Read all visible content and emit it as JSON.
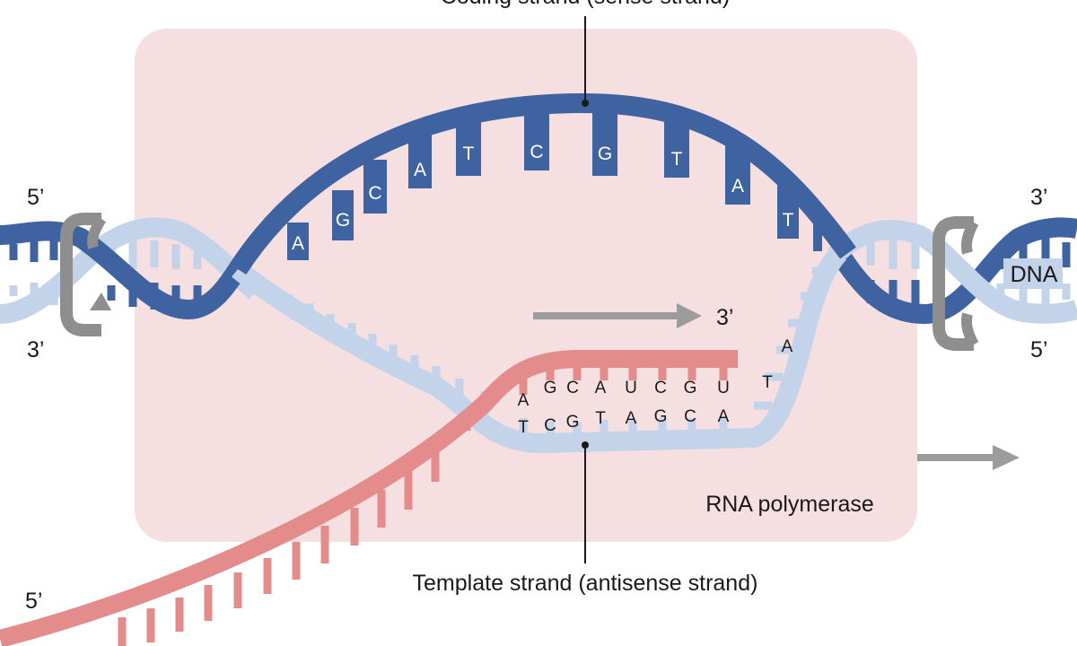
{
  "labels": {
    "coding_strand": "Coding strand (sense strand)",
    "template_strand": "Template strand (antisense strand)",
    "rna_polymerase": "RNA polymerase",
    "dna": "DNA",
    "left_top_end": "5’",
    "left_bottom_end": "3’",
    "right_top_end": "3’",
    "right_bottom_end": "5’",
    "rna_growing_end": "3’",
    "rna_start_end": "5’"
  },
  "coding_bases": [
    "A",
    "G",
    "C",
    "A",
    "T",
    "C",
    "G",
    "T",
    "A",
    "T"
  ],
  "template_bases": [
    "T",
    "C",
    "G",
    "T",
    "A",
    "G",
    "C",
    "A"
  ],
  "rna_bases": [
    "A",
    "G",
    "C",
    "A",
    "U",
    "C",
    "G",
    "U"
  ],
  "unpaired_template_bases": [
    "T",
    "A"
  ],
  "colors": {
    "polymerase": "#f6dfe0",
    "coding": "#3f62a0",
    "template": "#c3d3e9",
    "rna": "#e48b8b",
    "arrow": "#9c9c9c",
    "clamp": "#8e8e8e"
  }
}
